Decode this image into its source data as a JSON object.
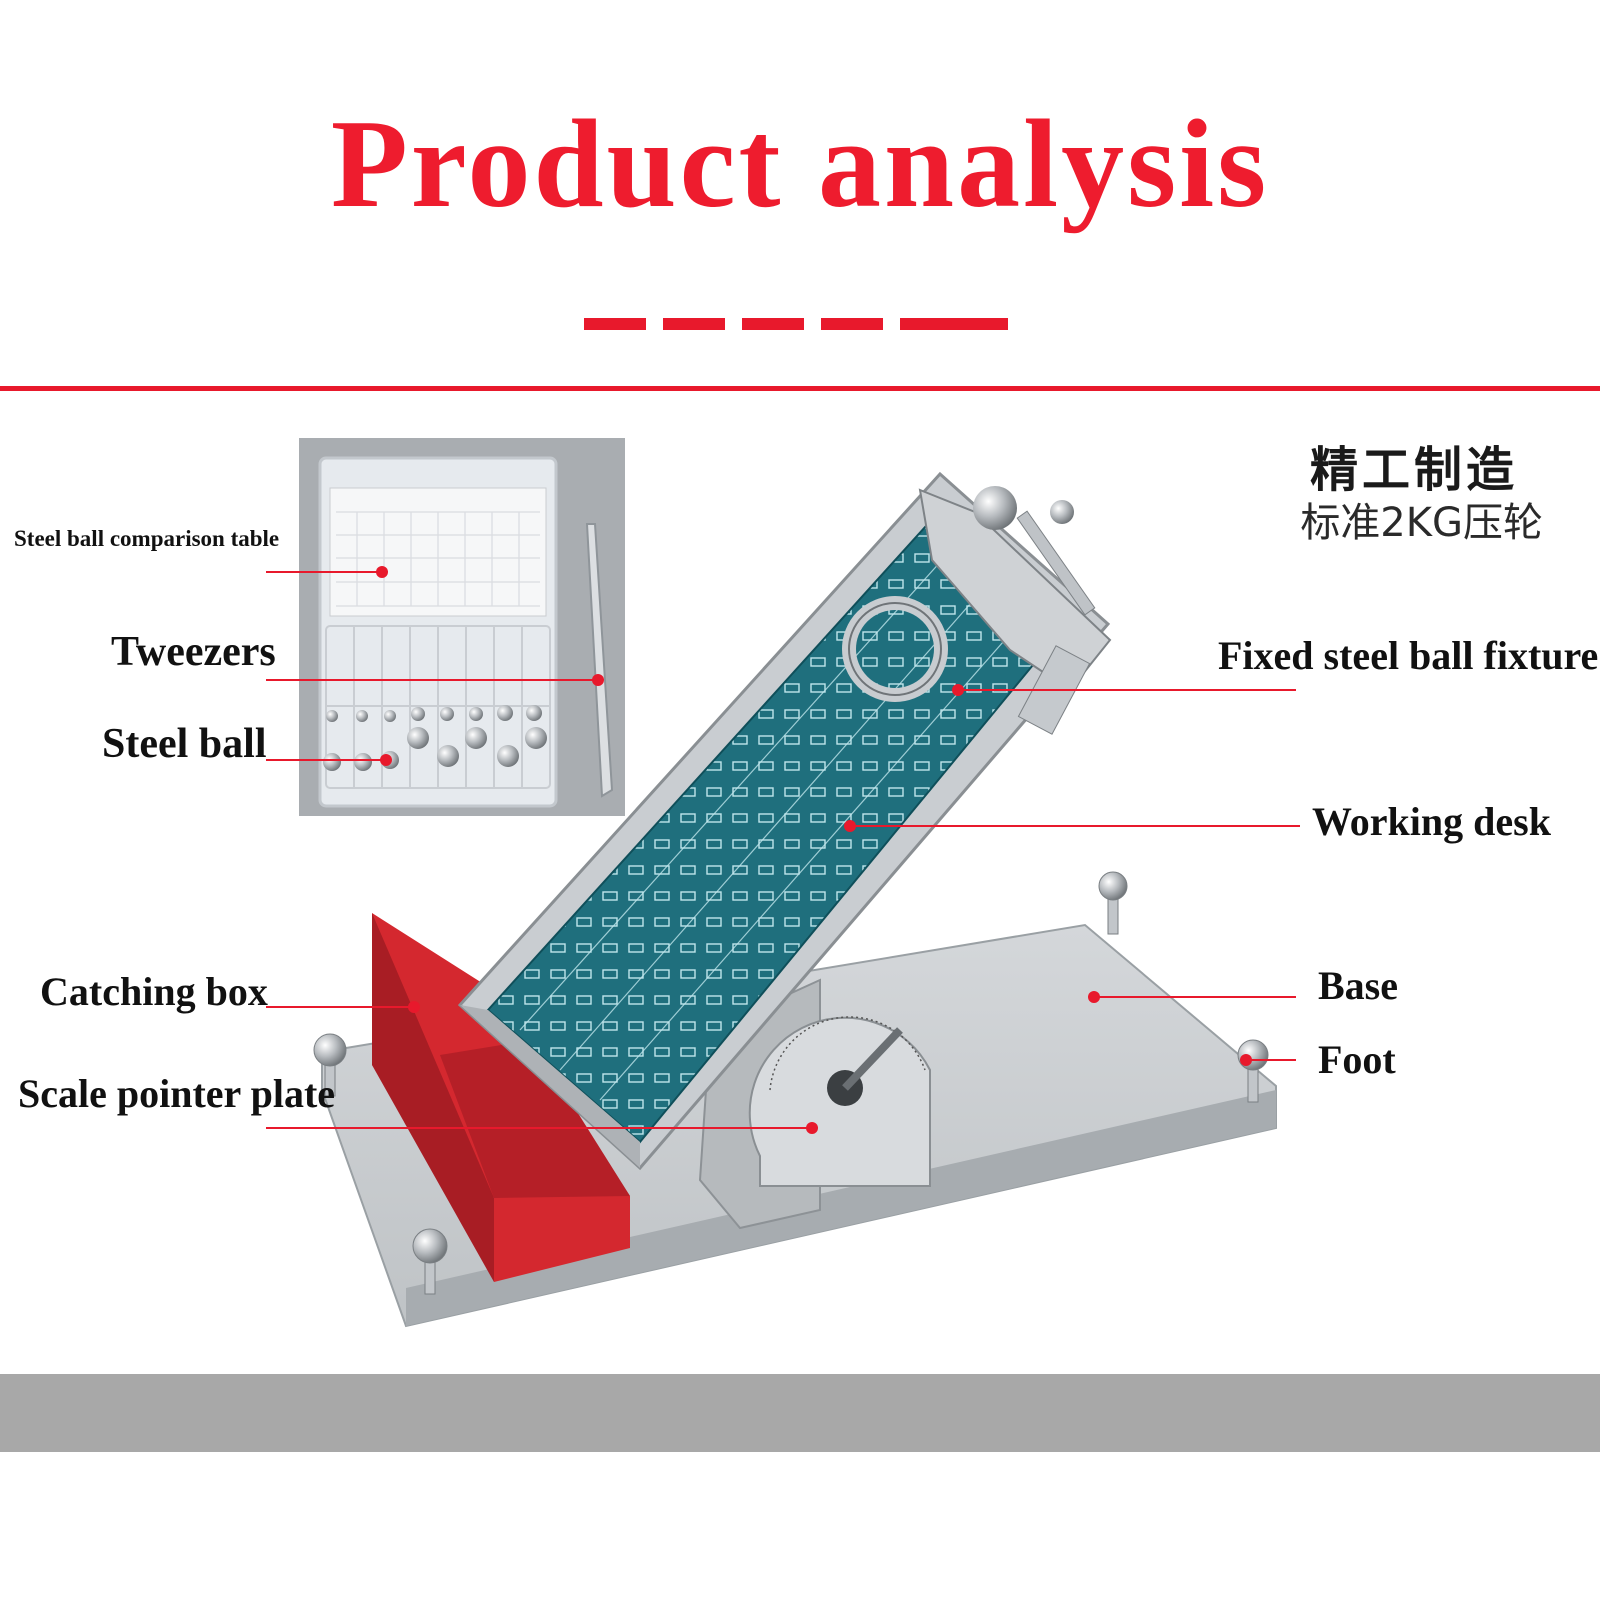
{
  "title": "Product analysis",
  "colors": {
    "accent": "#e8192c",
    "title": "#ee1c2e",
    "panel": "#1f6f7d",
    "catch_box": "#c8232c",
    "band": "#a8a8a8"
  },
  "cn_heading": "精工制造",
  "cn_subheading": "标准2KG压轮",
  "labels": {
    "comparison_table": "Steel ball comparison table",
    "tweezers": "Tweezers",
    "steel_ball": "Steel ball",
    "catching_box": "Catching box",
    "scale_plate": "Scale pointer plate",
    "fixture": "Fixed steel ball fixture",
    "working_desk": "Working desk",
    "base": "Base",
    "foot": "Foot"
  }
}
